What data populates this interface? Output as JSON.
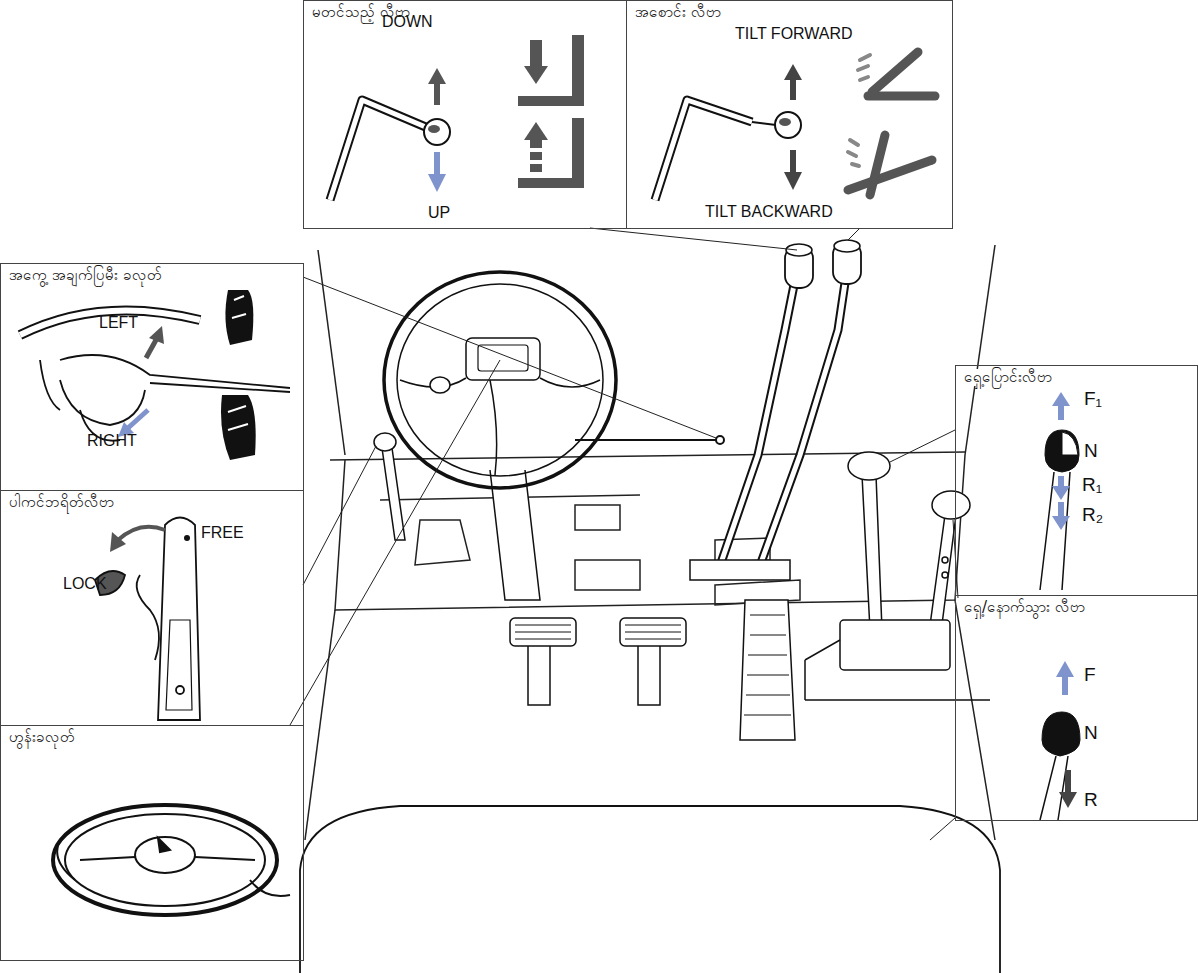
{
  "diagram": {
    "nodes": [
      {
        "text": [
          "မတင်သည့် လီဗာ",
          "DOWN",
          "UP"
        ]
      },
      {
        "text": [
          "အစောင်း လီဗာ",
          "TILT FORWARD",
          "TILT BACKWARD"
        ]
      },
      {
        "text": [
          "အကွေ့ အချက်ပြမီး ခလုတ်",
          "LEFT",
          "RIGHT"
        ]
      },
      {
        "text": [
          "ပါကင်ဘရိတ်လီဗာ",
          "FREE",
          "LOCK"
        ]
      },
      {
        "text": [
          "ဟွန်းခလုတ်"
        ]
      },
      {
        "text": [
          "ရှေ့ပြောင်းလီဗာ",
          "F₁",
          "N",
          "R₁",
          "R₂"
        ]
      },
      {
        "text": [
          "ရှေ့/နောက်သွား လီဗာ",
          "F",
          "N",
          "R"
        ]
      }
    ]
  }
}
